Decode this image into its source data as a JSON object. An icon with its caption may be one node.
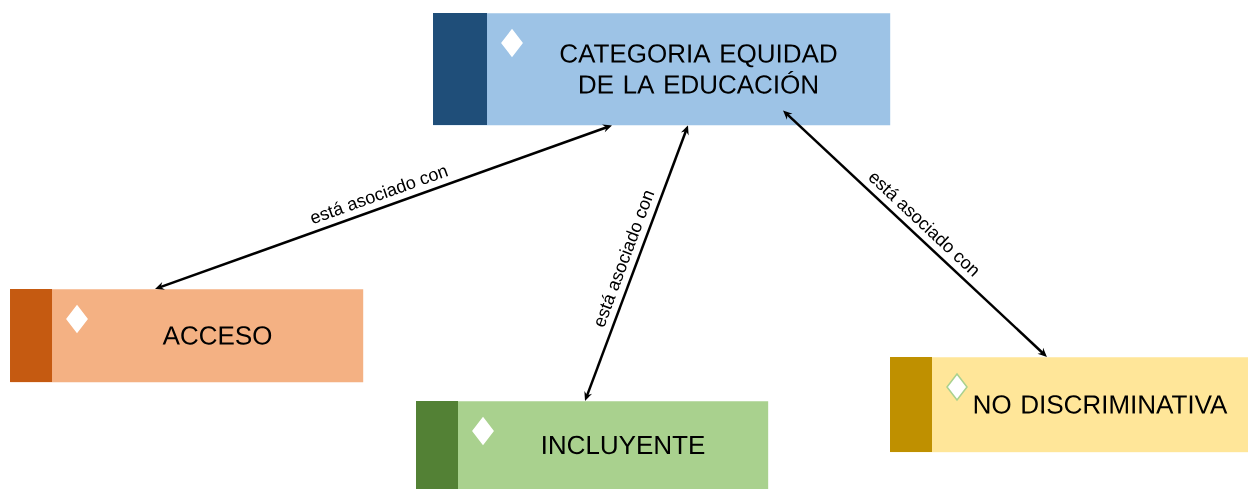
{
  "diagram": {
    "nodes": [
      {
        "text": [
          "CATEGORIA EQUIDAD DE LA EDUCACIÓN"
        ]
      },
      {
        "text": [
          "ACCESO"
        ]
      },
      {
        "text": [
          "INCLUYENTE"
        ]
      },
      {
        "text": [
          "NO DISCRIMINATIVA"
        ]
      }
    ],
    "edges": [
      {
        "from": 0,
        "to": 1,
        "arrow": "both",
        "label": "está asociado con"
      },
      {
        "from": 0,
        "to": 2,
        "arrow": "both",
        "label": "está asociado con"
      },
      {
        "from": 0,
        "to": 3,
        "arrow": "both",
        "label": "está asociado con"
      }
    ]
  }
}
